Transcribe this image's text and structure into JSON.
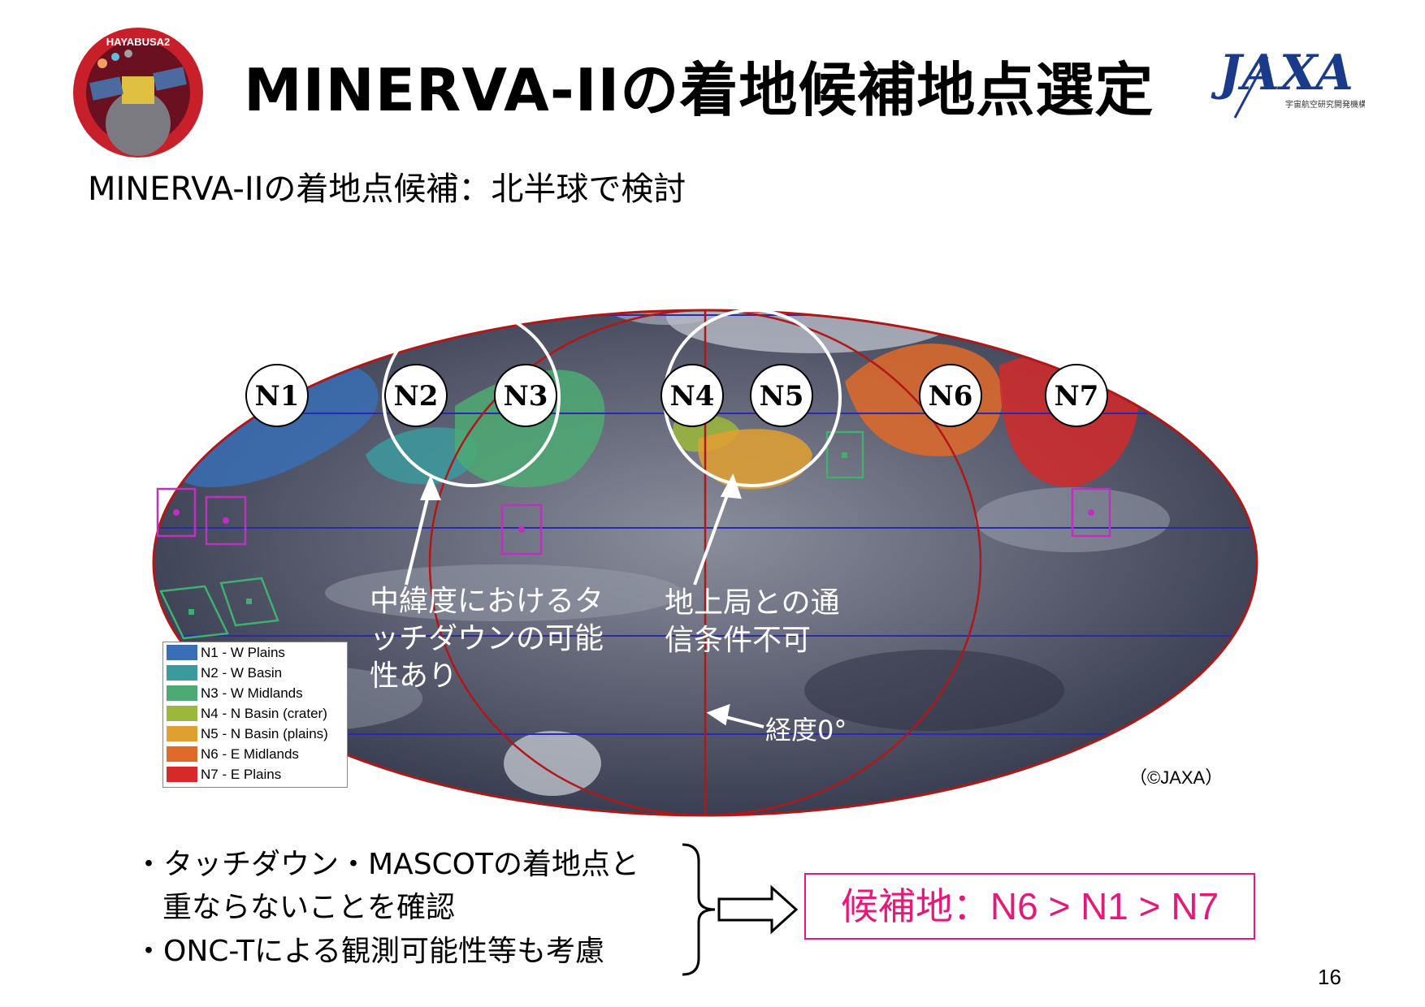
{
  "header": {
    "title": "MINERVA-IIの着地候補地点選定",
    "logo_left_text": "HAYABUSA2",
    "logo_right_text": "JAXA",
    "logo_right_subtext": "宇宙航空研究開発機構"
  },
  "subtitle": "MINERVA-IIの着地点候補：北半球で検討",
  "map": {
    "site_labels": [
      "N1",
      "N2",
      "N3",
      "N4",
      "N5",
      "N6",
      "N7"
    ],
    "annotation_left": [
      "中緯度におけるタ",
      "ッチダウンの可能",
      "性あり"
    ],
    "annotation_right": [
      "地上局との通",
      "信条件不可"
    ],
    "annotation_longitude": "経度0°",
    "credit": "（©JAXA）",
    "legend": [
      {
        "label": "N1 - W Plains",
        "color": "#3a6fb5"
      },
      {
        "label": "N2 - W Basin",
        "color": "#3b9a9e"
      },
      {
        "label": "N3 - W Midlands",
        "color": "#4daa74"
      },
      {
        "label": "N4 - N Basin (crater)",
        "color": "#9bb83a"
      },
      {
        "label": "N5 - N Basin (plains)",
        "color": "#e0a030"
      },
      {
        "label": "N6 - E Midlands",
        "color": "#e06a2a"
      },
      {
        "label": "N7 - E Plains",
        "color": "#d42a2a"
      }
    ]
  },
  "bullets": [
    "・タッチダウン・MASCOTの着地点と",
    "重ならないことを確認",
    "・ONC-Tによる観測可能性等も考慮"
  ],
  "result": "候補地：N6 > N1 > N7",
  "page_number": "16"
}
